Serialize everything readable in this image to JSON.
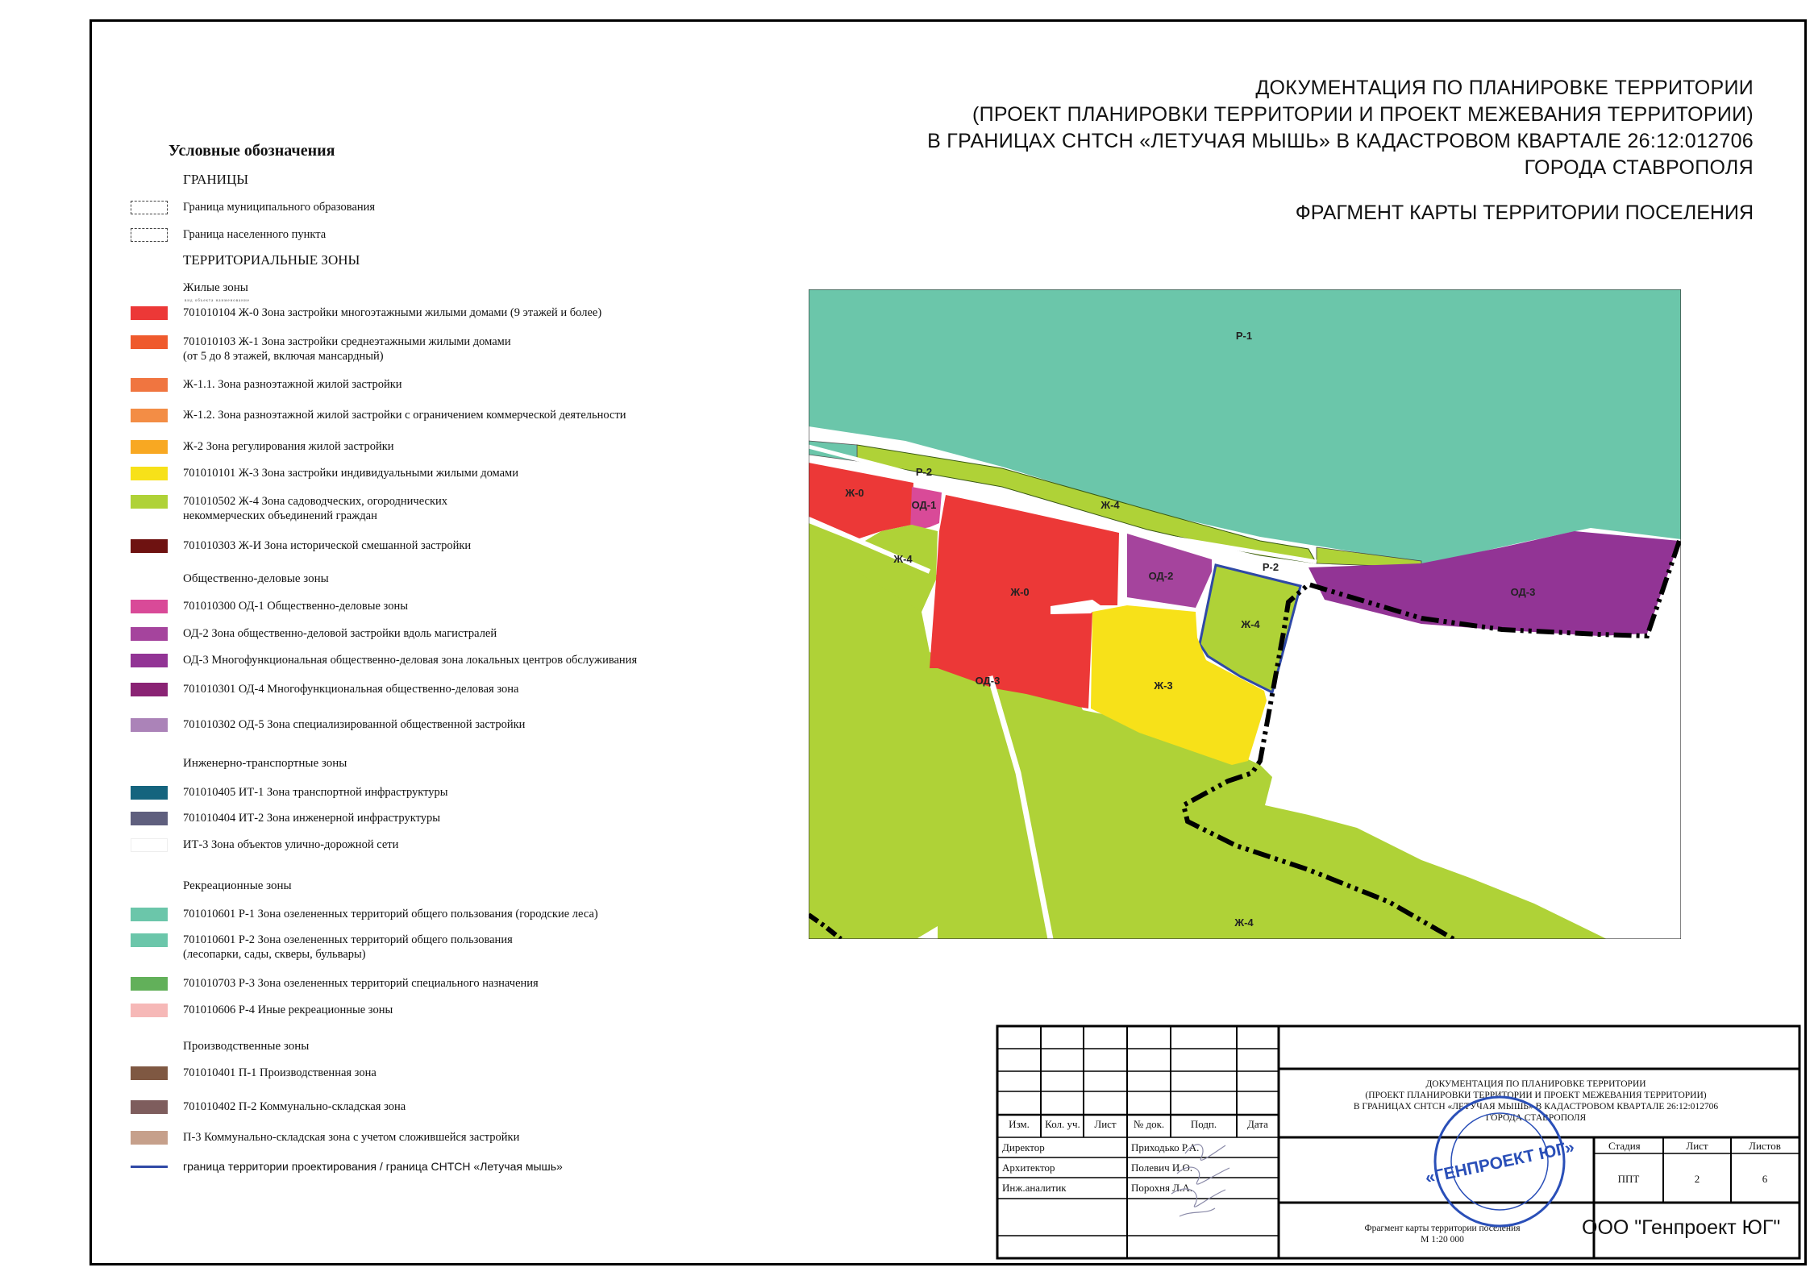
{
  "title": {
    "lines": [
      "ДОКУМЕНТАЦИЯ ПО ПЛАНИРОВКЕ ТЕРРИТОРИИ",
      "(ПРОЕКТ ПЛАНИРОВКИ ТЕРРИТОРИИ И ПРОЕКТ МЕЖЕВАНИЯ ТЕРРИТОРИИ)",
      "В ГРАНИЦАХ СНТСН «ЛЕТУЧАЯ МЫШЬ» В КАДАСТРОВОМ КВАРТАЛЕ 26:12:012706",
      "ГОРОДА СТАВРОПОЛЯ"
    ],
    "subtitle": "ФРАГМЕНТ КАРТЫ ТЕРРИТОРИИ ПОСЕЛЕНИЯ"
  },
  "legend": {
    "title": "Условные обозначения",
    "section_borders": "ГРАНИЦЫ",
    "border_municipal": "Граница муниципального образования",
    "border_settlement": "Граница населенного пункта",
    "section_zones": "ТЕРРИТОРИАЛЬНЫЕ ЗОНЫ",
    "tiny_header": "вид объекта    наименование",
    "groups": {
      "residential": "Жилые зоны",
      "public": "Общественно-деловые зоны",
      "transport": "Инженерно-транспортные зоны",
      "recreation": "Рекреационные зоны",
      "production": "Производственные зоны"
    },
    "items": {
      "zh0": {
        "text": "701010104 Ж-0 Зона застройки многоэтажными жилыми домами (9 этажей и более)",
        "color": "#ec3837"
      },
      "zh1": {
        "text": "701010103 Ж-1 Зона застройки среднеэтажными жилыми домами",
        "text2": "(от 5 до 8 этажей, включая мансардный)",
        "color": "#ef5a2d"
      },
      "zh11": {
        "text": " Ж-1.1. Зона разноэтажной жилой застройки",
        "color": "#f07540"
      },
      "zh12": {
        "text": " Ж-1.2. Зона разноэтажной жилой застройки с ограничением коммерческой деятельности",
        "color": "#f38d45"
      },
      "zh2": {
        "text": " Ж-2 Зона регулирования жилой застройки",
        "color": "#f8a822"
      },
      "zh3": {
        "text": "701010101 Ж-3 Зона застройки индивидуальными жилыми домами",
        "color": "#f7e119"
      },
      "zh4": {
        "text": "701010502 Ж-4 Зона садоводческих, огороднических",
        "text2": "некоммерческих объединений граждан",
        "color": "#afd237"
      },
      "zhi": {
        "text": "701010303 Ж-И Зона исторической смешанной застройки",
        "color": "#6e1211"
      },
      "od1": {
        "text": "701010300 ОД-1 Общественно-деловые зоны",
        "color": "#d94a98"
      },
      "od2": {
        "text": "ОД-2 Зона общественно-деловой застройки вдоль магистралей",
        "color": "#a5449d"
      },
      "od3": {
        "text": "ОД-3 Многофункциональная общественно-деловая зона локальных центров обслуживания",
        "color": "#923495"
      },
      "od4": {
        "text": "701010301 ОД-4 Многофункциональная общественно-деловая зона",
        "color": "#8a2374"
      },
      "od5": {
        "text": "701010302 ОД-5 Зона специализированной общественной застройки",
        "color": "#ab83b8"
      },
      "it1": {
        "text": "701010405 ИТ-1 Зона транспортной инфраструктуры",
        "color": "#15647e"
      },
      "it2": {
        "text": "701010404 ИТ-2 Зона инженерной инфраструктуры",
        "color": "#5f5f7e"
      },
      "it3": {
        "text": "ИТ-3 Зона объектов улично-дорожной сети",
        "color": "#ffffff"
      },
      "r1": {
        "text": "701010601 Р-1 Зона озелененных территорий общего пользования (городские леса)",
        "color": "#6bc6aa"
      },
      "r2": {
        "text": "701010601 Р-2 Зона озелененных территорий общего пользования",
        "text2": "(лесопарки, сады, скверы, бульвары)",
        "color": "#6bc6aa"
      },
      "r3": {
        "text": "701010703 Р-3 Зона озелененных территорий специального назначения",
        "color": "#62b05a"
      },
      "r4": {
        "text": "701010606 Р-4 Иные рекреационные зоны",
        "color": "#f6b8b7"
      },
      "p1": {
        "text": "701010401 П-1 Производственная зона",
        "color": "#7f5842"
      },
      "p2": {
        "text": "701010402 П-2 Коммунально-складская зона",
        "color": "#7e5d5d"
      },
      "p3": {
        "text": "П-3 Коммунально-складская зона с учетом сложившейся застройки",
        "color": "#c6a08b"
      },
      "project_border": {
        "text": "граница территории проектирования / граница СНТСН «Летучая мышь»",
        "color": "#2f49a6"
      }
    }
  },
  "map": {
    "labels": {
      "r1": "Р-1",
      "r2a": "Р-2",
      "r2b": "Р-2",
      "zh0a": "Ж-0",
      "zh0b": "Ж-0",
      "od1": "ОД-1",
      "zh4a": "Ж-4",
      "zh4b": "Ж-4",
      "zh4c": "Ж-4",
      "zh4d": "Ж-4",
      "od2": "ОД-2",
      "od3a": "ОД-3",
      "od3b": "ОД-3",
      "zh3": "Ж-3"
    }
  },
  "title_block": {
    "doc_lines": [
      "ДОКУМЕНТАЦИЯ ПО ПЛАНИРОВКЕ ТЕРРИТОРИИ",
      "(ПРОЕКТ ПЛАНИРОВКИ ТЕРРИТОРИИ И ПРОЕКТ МЕЖЕВАНИЯ ТЕРРИТОРИИ)",
      "В ГРАНИЦАХ СНТСН «ЛЕТУЧАЯ МЫШЬ» В КАДАСТРОВОМ КВАРТАЛЕ 26:12:012706",
      "ГОРОДА СТАВРОПОЛЯ"
    ],
    "headers": [
      "Изм.",
      "Кол. уч.",
      "Лист",
      "№ док.",
      "Подп.",
      "Дата"
    ],
    "roles": [
      {
        "role": "Директор",
        "name": "Приходько Р.А."
      },
      {
        "role": "Архитектор",
        "name": "Полевич И.О."
      },
      {
        "role": "Инж.аналитик",
        "name": "Порохня Л.А."
      }
    ],
    "stage_label": "Стадия",
    "sheet_label": "Лист",
    "sheets_label": "Листов",
    "stage": "ППТ",
    "sheet": "2",
    "sheets": "6",
    "sheet_title": "Фрагмент карты территории поселения",
    "scale": "М 1:20 000",
    "org": "ООО \"Генпроект ЮГ\"",
    "stamp_text": "«ГЕНПРОЕКТ ЮГ»",
    "stamp_color": "#2a4fb8"
  }
}
